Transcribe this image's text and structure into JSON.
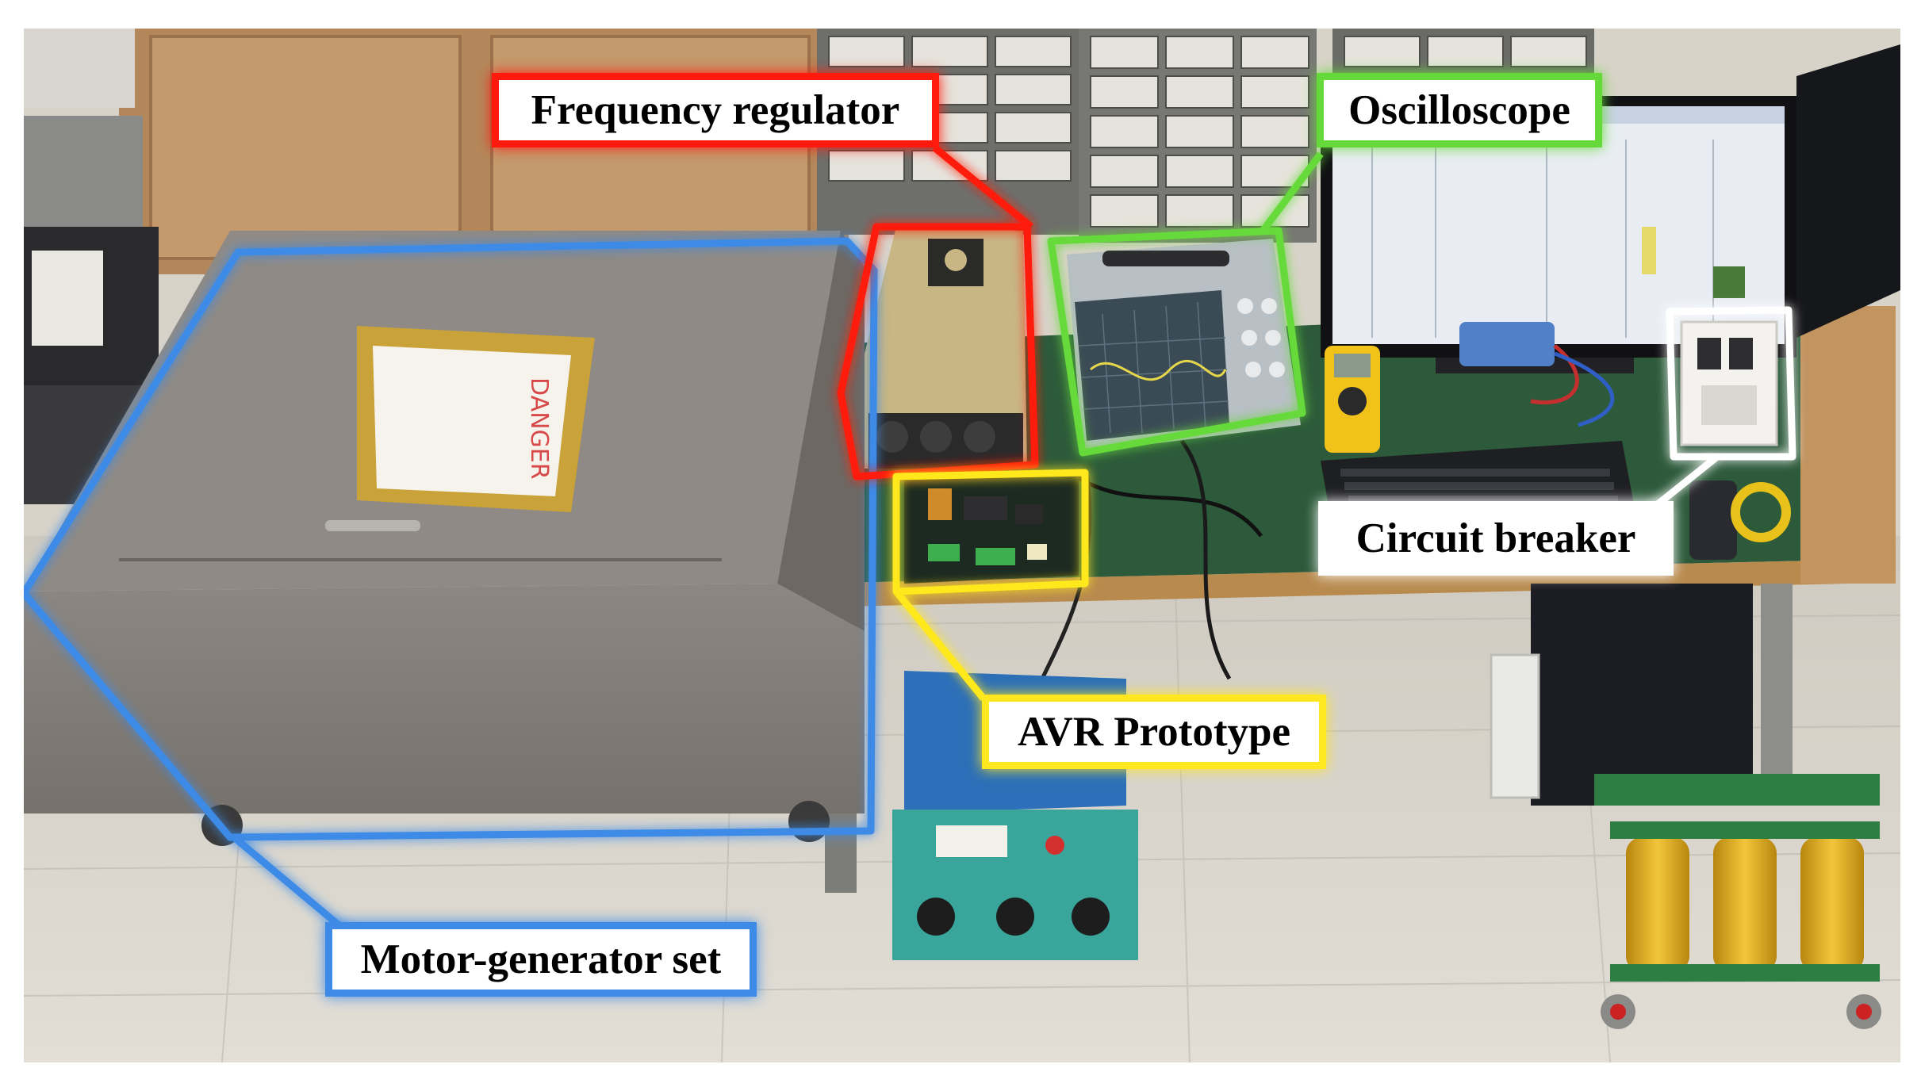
{
  "image": {
    "background": "#ffffff",
    "colors": {
      "frequency_regulator": "#ff1a0d",
      "oscilloscope": "#66d93a",
      "avr_prototype": "#ffe81f",
      "circuit_breaker": "#ffffff",
      "motor_generator_set": "#3d8be6"
    }
  },
  "labels": {
    "frequency_regulator": "Frequency regulator",
    "oscilloscope": "Oscilloscope",
    "avr_prototype": "AVR Prototype",
    "circuit_breaker": "Circuit breaker",
    "motor_generator_set": "Motor-generator set"
  },
  "equipment": {
    "cabinet_sign_title": "DANGER"
  }
}
